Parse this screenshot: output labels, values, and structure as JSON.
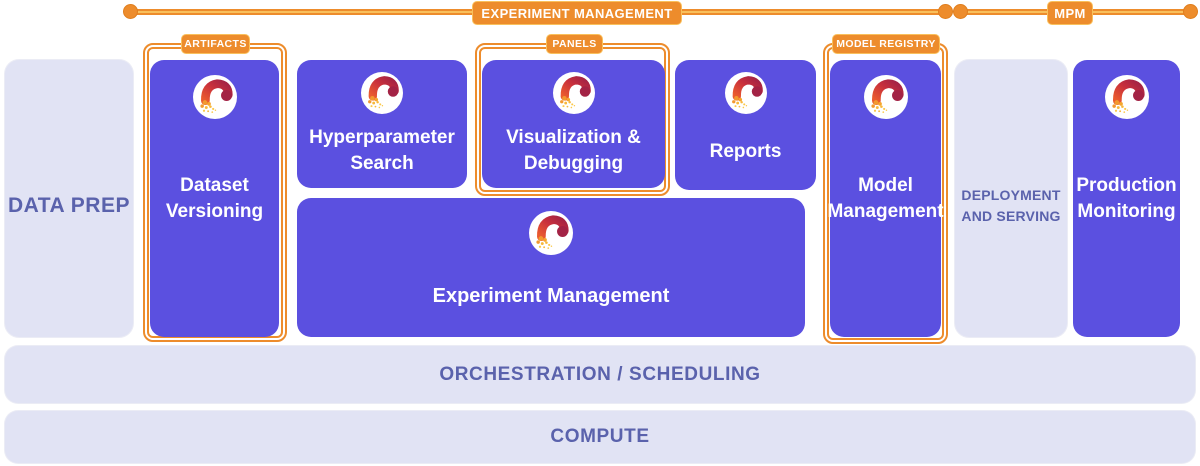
{
  "palette": {
    "purple": "#5B50E0",
    "light_lavender": "#E1E3F4",
    "orange": "#ED8C2C",
    "orange_highlight": "#F9C05C",
    "dark_text": "#5A62AC"
  },
  "rail": {
    "experiment_management_label": "EXPERIMENT MANAGEMENT",
    "mpm_label": "MPM"
  },
  "group_labels": {
    "artifacts": "ARTIFACTS",
    "panels": "PANELS",
    "model_registry": "MODEL REGISTRY"
  },
  "boxes": {
    "data_prep": "DATA PREP",
    "dataset_versioning": "Dataset Versioning",
    "hyperparameter_search": "Hyperparameter Search",
    "visualization_debugging": "Visualization & Debugging",
    "reports": "Reports",
    "experiment_management": "Experiment Management",
    "model_management": "Model Management",
    "deployment_serving": "DEPLOYMENT AND SERVING",
    "production_monitoring": "Production Monitoring"
  },
  "bars": {
    "orchestration": "ORCHESTRATION / SCHEDULING",
    "compute": "COMPUTE"
  },
  "icons": {
    "logo": "comet-swirl-logo"
  }
}
